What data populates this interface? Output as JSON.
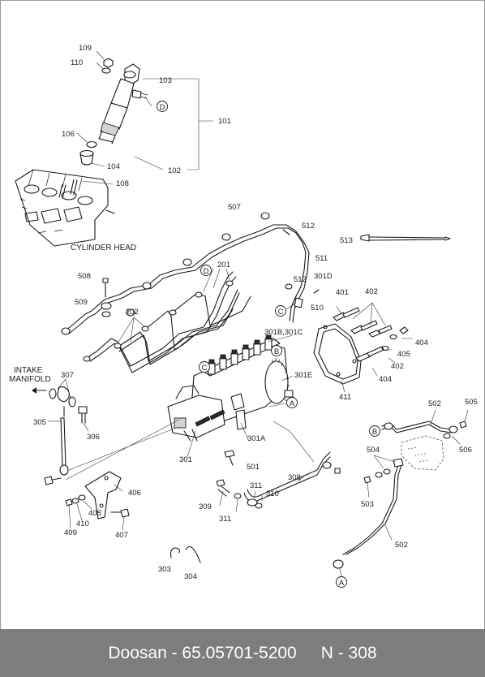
{
  "labels": {
    "p109": "109",
    "p110": "110",
    "p103": "103",
    "p101": "101",
    "p106": "106",
    "p104": "104",
    "p102": "102",
    "p108": "108",
    "cylinder_head": "CYLINDER HEAD",
    "p507": "507",
    "p512a": "512",
    "p513": "513",
    "p511": "511",
    "p201": "201",
    "p508": "508",
    "p512b": "512",
    "p301d": "301D",
    "p509": "509",
    "p510": "510",
    "p202": "202",
    "p401": "401",
    "p402a": "402",
    "p301bc": "301B,301C",
    "p405": "405",
    "p404a": "404",
    "p402b": "402",
    "p301e": "301E",
    "p404b": "404",
    "intake_line1": "INTAKE",
    "intake_line2": "MANIFOLD",
    "p307": "307",
    "p411": "411",
    "p502a": "502",
    "p505": "505",
    "p305": "305",
    "p306": "306",
    "p301a": "301A",
    "p506": "506",
    "p504": "504",
    "p301": "301",
    "p501": "501",
    "p308": "308",
    "p406": "406",
    "p503": "503",
    "p311a": "311",
    "p310": "310",
    "p309": "309",
    "p408": "408",
    "p311b": "311",
    "p410": "410",
    "p407": "407",
    "p409": "409",
    "p502b": "502",
    "p303": "303",
    "p304": "304"
  },
  "refs": {
    "D": "D",
    "C": "C",
    "B": "B",
    "A": "A"
  },
  "footer": {
    "brand_part": "Doosan - 65.05701-5200",
    "page": "N - 308"
  },
  "colors": {
    "footer_bg": "#7d7d7d",
    "line": "#1a1a1a"
  }
}
